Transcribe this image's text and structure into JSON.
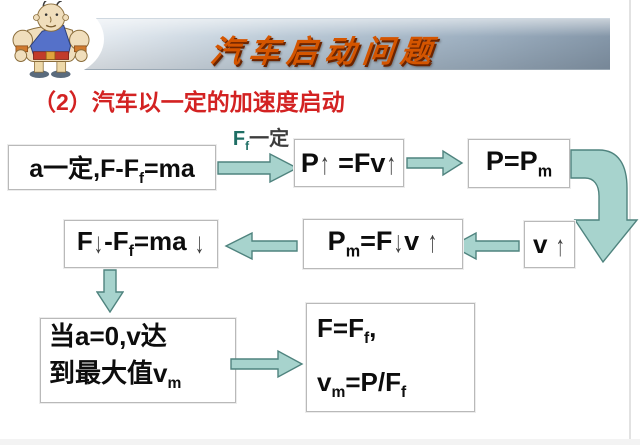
{
  "banner": {
    "title": "汽车启动问题"
  },
  "heading": "（2）汽车以一定的加速度启动",
  "flow": {
    "arrow_label": {
      "symbol": "F_{f}",
      "text": "一定"
    },
    "boxes": {
      "given": "a一定,F-F_{f}=ma",
      "power_rising": "P↑ =Fv↑",
      "power_max": "P=P_{m}",
      "velocity": "v ↑",
      "pm_fv": "P_{m}=F↓v ↑",
      "f_ma": "F↓-F_{f}=ma ↓",
      "max_v_line1": "当a=0,v达",
      "max_v_line2": "到最大值v_{m}",
      "result_line1": "F=F_{f},",
      "result_line2": "v_{m}=P/F_{f}"
    }
  },
  "colors": {
    "title": "#d45500",
    "subtitle": "#d32222",
    "label_teal": "#1e6e64",
    "arrow_fill": "#a7d3cd",
    "arrow_stroke": "#4f837e"
  }
}
